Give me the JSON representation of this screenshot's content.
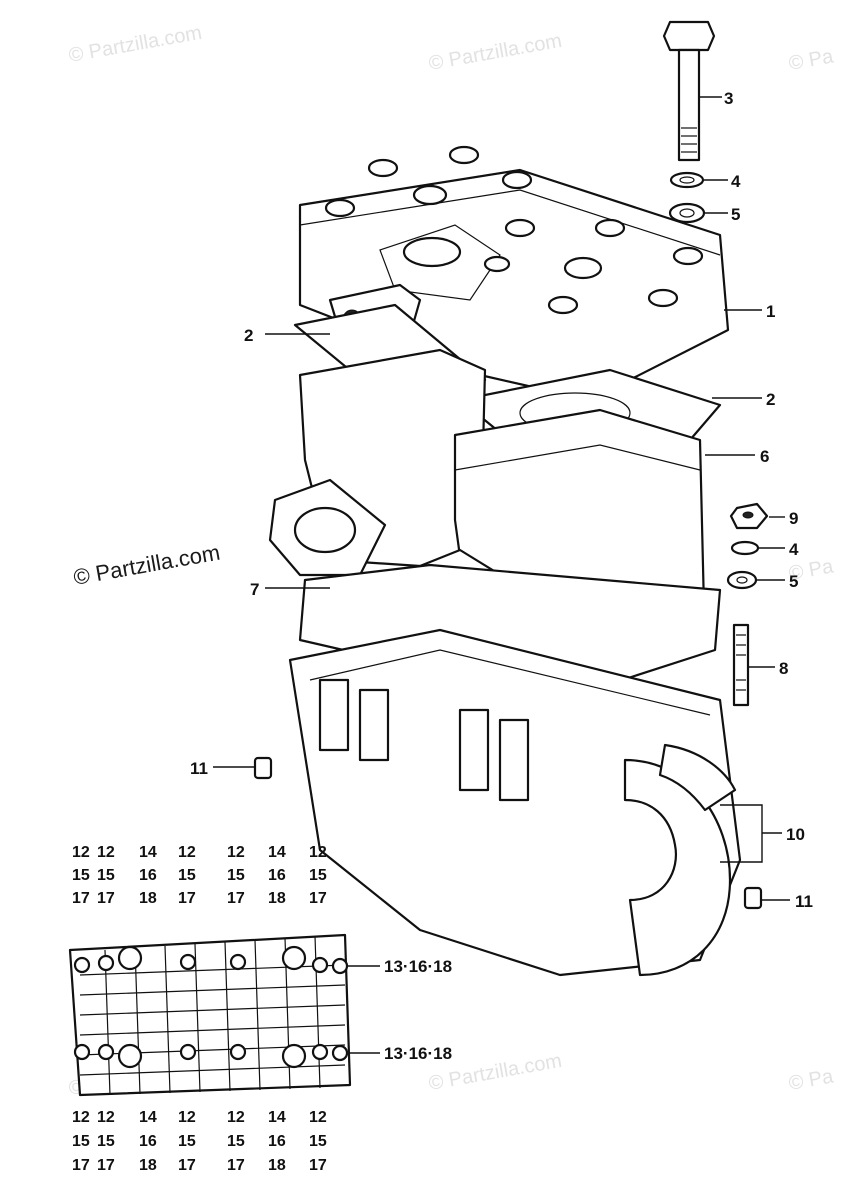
{
  "watermarks": {
    "text": "© Partzilla.com",
    "main": "© Partzilla.com",
    "edge": "© Pa"
  },
  "callouts": {
    "c3": "3",
    "c4a": "4",
    "c5a": "5",
    "c1": "1",
    "c2a": "2",
    "c2b": "2",
    "c6": "6",
    "c9": "9",
    "c4b": "4",
    "c5b": "5",
    "c7": "7",
    "c8": "8",
    "c11a": "11",
    "c10": "10",
    "c11b": "11",
    "c13a": "13·16·18",
    "c13b": "13·16·18"
  },
  "top_labels": [
    "12",
    "12",
    "14",
    "12",
    "12",
    "14",
    "12"
  ],
  "top_labels_2": [
    "15",
    "15",
    "16",
    "15",
    "15",
    "16",
    "15"
  ],
  "top_labels_3": [
    "17",
    "17",
    "18",
    "17",
    "17",
    "18",
    "17"
  ],
  "bottom_labels": [
    "12",
    "12",
    "14",
    "12",
    "12",
    "14",
    "12"
  ],
  "bottom_labels_2": [
    "15",
    "15",
    "16",
    "15",
    "15",
    "16",
    "15"
  ],
  "bottom_labels_3": [
    "17",
    "17",
    "18",
    "17",
    "17",
    "18",
    "17"
  ]
}
